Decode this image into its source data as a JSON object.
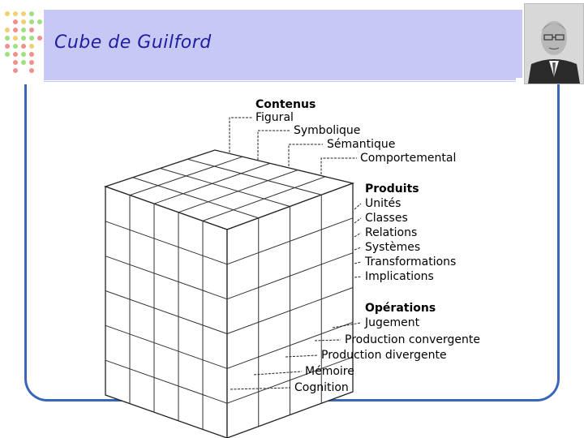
{
  "slide": {
    "title": "Cube de Guilford"
  },
  "colors": {
    "title_bar": "#c8c8f4",
    "title_text": "#1e1ea0",
    "frame": "#3a66b8"
  },
  "portrait": {
    "icon": "portrait-photo"
  },
  "diagram": {
    "contents": {
      "heading": "Contenus",
      "items": [
        "Figural",
        "Symbolique",
        "Sémantique",
        "Comportemental"
      ]
    },
    "products": {
      "heading": "Produits",
      "items": [
        "Unités",
        "Classes",
        "Relations",
        "Systèmes",
        "Transformations",
        "Implications"
      ]
    },
    "operations": {
      "heading": "Opérations",
      "items": [
        "Jugement",
        "Production convergente",
        "Production divergente",
        "Mémoire",
        "Cognition"
      ]
    }
  }
}
